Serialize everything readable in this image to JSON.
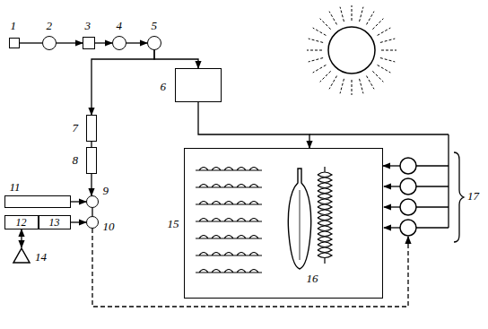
{
  "diagram": {
    "nodes": [
      {
        "text": [
          "1"
        ]
      },
      {
        "text": [
          "2"
        ]
      },
      {
        "text": [
          "3"
        ]
      },
      {
        "text": [
          "4"
        ]
      },
      {
        "text": [
          "5"
        ]
      },
      {
        "text": [
          "6"
        ]
      },
      {
        "text": [
          "7"
        ]
      },
      {
        "text": [
          "8"
        ]
      },
      {
        "text": [
          "9"
        ]
      },
      {
        "text": [
          "10"
        ]
      },
      {
        "text": [
          "11"
        ]
      },
      {
        "text": [
          "12"
        ]
      },
      {
        "text": [
          "13"
        ]
      },
      {
        "text": [
          "14"
        ]
      },
      {
        "text": [
          "15"
        ]
      },
      {
        "text": [
          "16"
        ],
        "in": 14
      },
      {
        "text": [
          "17"
        ]
      }
    ],
    "edges": [
      {
        "from": 0,
        "to": 1,
        "arrow": "none"
      },
      {
        "from": 1,
        "to": 2,
        "arrow": "to"
      },
      {
        "from": 2,
        "to": 3,
        "arrow": "to"
      },
      {
        "from": 3,
        "to": 4,
        "arrow": "to"
      },
      {
        "from": 4,
        "to": 5,
        "arrow": "to"
      },
      {
        "from": 4,
        "to": 6,
        "arrow": "to"
      },
      {
        "from": 6,
        "to": 7,
        "arrow": "none"
      },
      {
        "from": 7,
        "to": 8,
        "arrow": "to"
      },
      {
        "from": 10,
        "to": 8,
        "arrow": "to"
      },
      {
        "from": 8,
        "to": 9,
        "arrow": "none"
      },
      {
        "from": 12,
        "to": 9,
        "arrow": "to"
      },
      {
        "from": 11,
        "to": 13,
        "arrow": "both"
      },
      {
        "from": 5,
        "to": 14,
        "arrow": "to"
      },
      {
        "from": 16,
        "to": 14,
        "arrow": "to"
      },
      {
        "from": 9,
        "to": 16,
        "arrow": "to"
      }
    ]
  }
}
